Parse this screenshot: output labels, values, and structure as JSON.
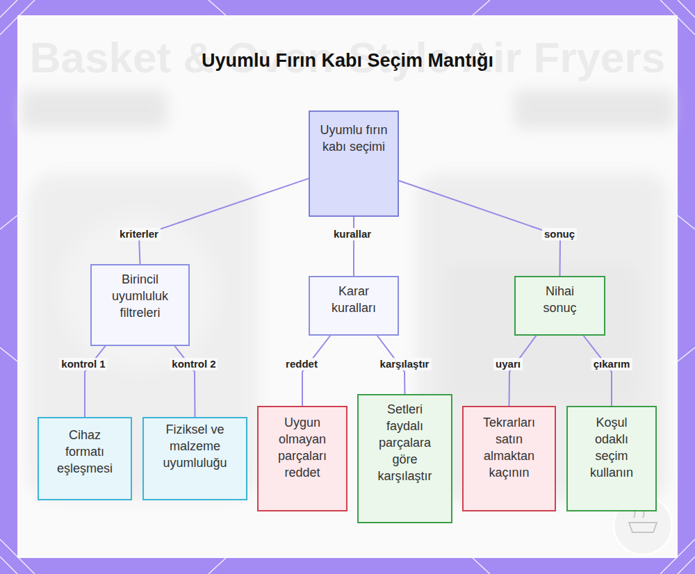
{
  "diagram": {
    "title": "Uyumlu Fırın Kabı Seçim Mantığı",
    "nodes": [
      {
        "text": [
          "Uyumlu fırın kabı seçimi"
        ]
      },
      {
        "text": [
          "Birincil uyumluluk filtreleri"
        ]
      },
      {
        "text": [
          "Karar kuralları"
        ]
      },
      {
        "text": [
          "Nihai sonuç"
        ]
      },
      {
        "text": [
          "Cihaz formatı eşleşmesi"
        ]
      },
      {
        "text": [
          "Fiziksel ve malzeme uyumluluğu"
        ]
      },
      {
        "text": [
          "Uygun olmayan parçaları reddet"
        ]
      },
      {
        "text": [
          "Setleri faydalı parçalara göre karşılaştır"
        ]
      },
      {
        "text": [
          "Tekrarları satın almaktan kaçının"
        ]
      },
      {
        "text": [
          "Koşul odaklı seçim kullanın"
        ]
      }
    ],
    "edges": [
      {
        "from": 0,
        "to": 1,
        "label": "kriterler",
        "arrow": "none"
      },
      {
        "from": 0,
        "to": 2,
        "label": "kurallar",
        "arrow": "none"
      },
      {
        "from": 0,
        "to": 3,
        "label": "sonuç",
        "arrow": "none"
      },
      {
        "from": 1,
        "to": 4,
        "label": "kontrol 1",
        "arrow": "none"
      },
      {
        "from": 1,
        "to": 5,
        "label": "kontrol 2",
        "arrow": "none"
      },
      {
        "from": 2,
        "to": 6,
        "label": "reddet",
        "arrow": "none"
      },
      {
        "from": 2,
        "to": 7,
        "label": "karşılaştır",
        "arrow": "none"
      },
      {
        "from": 3,
        "to": 8,
        "label": "uyarı",
        "arrow": "none"
      },
      {
        "from": 3,
        "to": 9,
        "label": "çıkarım",
        "arrow": "none"
      }
    ],
    "labels": [
      "Basket & Oven-Style Air Fryers"
    ]
  }
}
